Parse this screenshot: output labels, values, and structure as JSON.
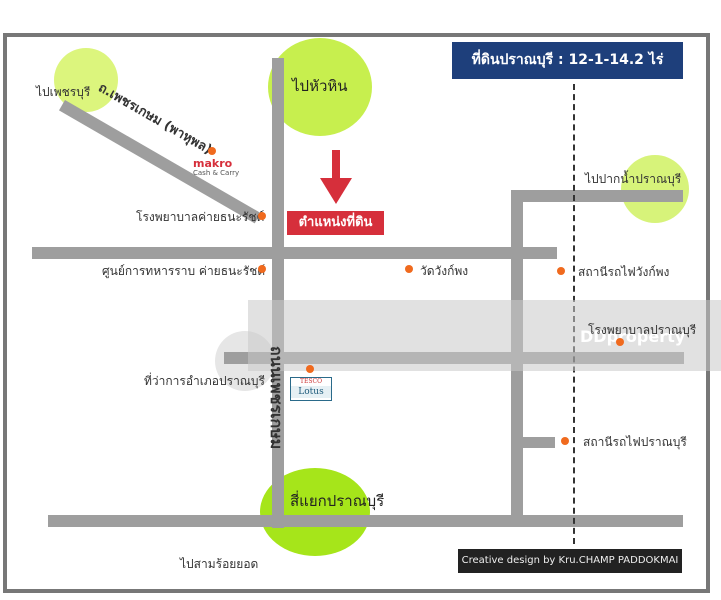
{
  "title": "ที่ดินปราณบุรี : 12-1-14.2 ไร่",
  "target_label": "ตำแหน่งที่ดิน",
  "credit": "Creative design by Kru.CHAMP PADDOKMAI",
  "watermark": "DDproperty",
  "roads": {
    "diagonal_road": "ถ.เพชรเกษม (พาหุพล)",
    "main_vertical_road": "ถนนเพชรเกษม"
  },
  "directions": {
    "to_phetchaburi": "ไปเพชรบุรี",
    "to_hua_hin": "ไปหัวหิน",
    "to_pak_nam_pranburi": "ไปปากน้ำปราณบุรี",
    "to_sam_roi_yot": "ไปสามร้อยยอด",
    "pranburi_junction": "สี่แยกปราณบุรี"
  },
  "places": {
    "makro_brand": "makro",
    "makro_sub": "Cash & Carry",
    "hospital": "โรงพยาบาลค่ายธนะรัชต์",
    "army_center": "ศูนย์การทหารราบ ค่ายธนะรัชต์",
    "wat_wang_kaphong": "วัดวังก์พง",
    "wang_kaphong_station": "สถานีรถไฟวังก์พง",
    "pranburi_hospital": "โรงพยาบาลปราณบุรี",
    "district_office": "ที่ว่าการอำเภอปราณบุรี",
    "tesco_brand": "TESCO",
    "lotus_brand": "Lotus",
    "pranburi_station": "สถานีรถไฟปราณบุรี"
  },
  "colors": {
    "title_bg": "#1e3f7b",
    "target_bg": "#d62f3b",
    "road": "#9e9e9e",
    "green_circle": "#a3e635",
    "light_green_circle": "#d7f37a",
    "poi_dot": "#f06a1e"
  }
}
